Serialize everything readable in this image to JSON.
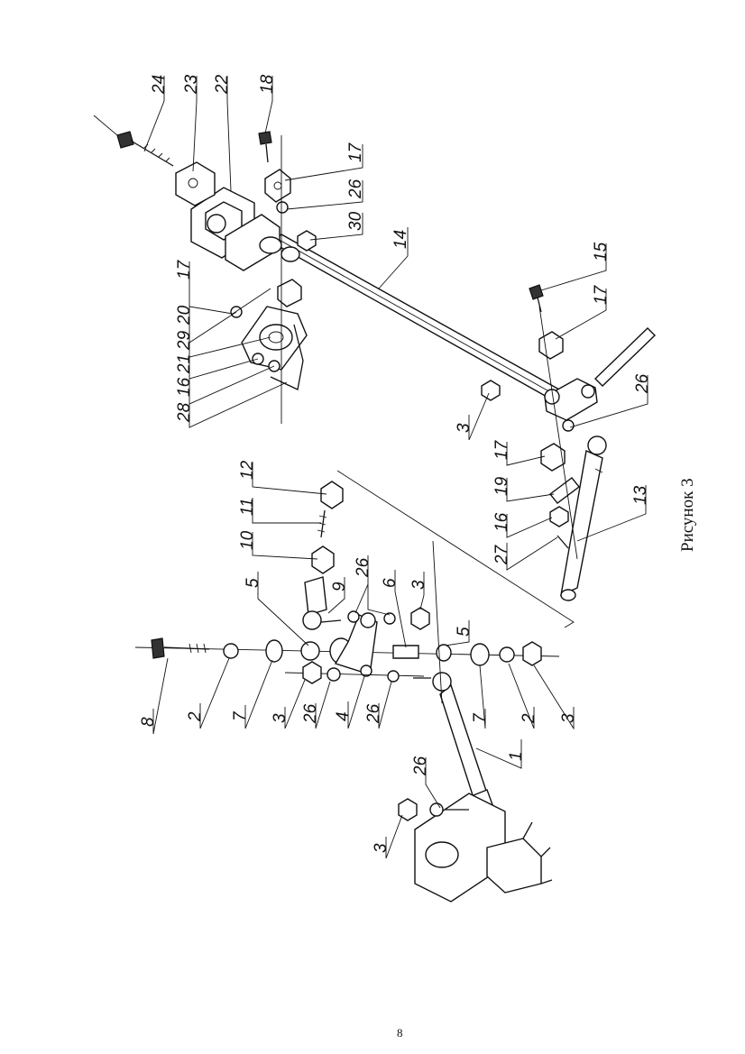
{
  "figure": {
    "caption": "Рисунок 3",
    "page_number": "8"
  },
  "callouts": {
    "c24": "24",
    "c23": "23",
    "c22": "22",
    "c18": "18",
    "c17a": "17",
    "c26a": "26",
    "c30": "30",
    "c14": "14",
    "c15": "15",
    "c17b": "17",
    "c17c": "17",
    "c20": "20",
    "c29": "29",
    "c21": "21",
    "c16a": "16",
    "c28": "28",
    "c26b": "26",
    "c3a": "3",
    "c17d": "17",
    "c19": "19",
    "c16b": "16",
    "c27": "27",
    "c13": "13",
    "c12": "12",
    "c11": "11",
    "c10": "10",
    "c5a": "5",
    "c9": "9",
    "c26c": "26",
    "c6": "6",
    "c3b": "3",
    "c5b": "5",
    "c8": "8",
    "c2a": "2",
    "c7a": "7",
    "c3c": "3",
    "c26d": "26",
    "c4": "4",
    "c26e": "26",
    "c7b": "7",
    "c2b": "2",
    "c3d": "3",
    "c26f": "26",
    "c1": "1",
    "c3e": "3"
  }
}
